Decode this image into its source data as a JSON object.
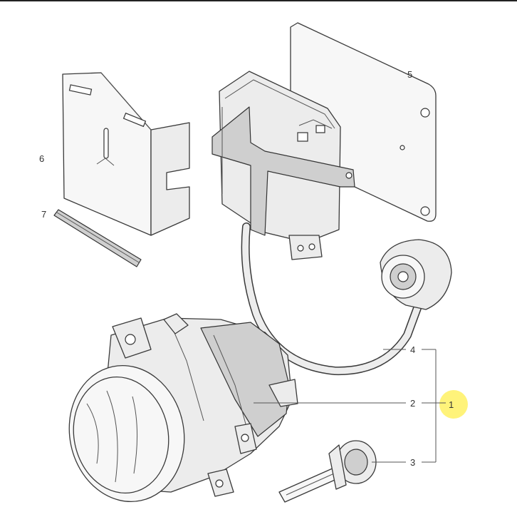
{
  "callouts": [
    {
      "id": "1",
      "label": "1"
    },
    {
      "id": "2",
      "label": "2"
    },
    {
      "id": "3",
      "label": "3"
    },
    {
      "id": "4",
      "label": "4"
    },
    {
      "id": "5",
      "label": "5"
    },
    {
      "id": "6",
      "label": "6"
    },
    {
      "id": "7",
      "label": "7"
    }
  ],
  "highlight_color": "#fff37a",
  "line_color": "#555555"
}
